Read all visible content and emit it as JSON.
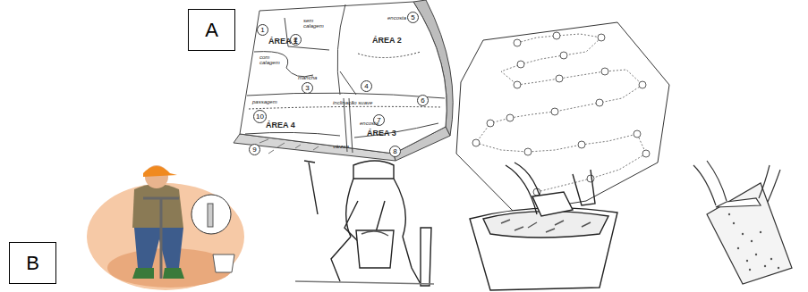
{
  "diagram": {
    "nodes": [
      {
        "text": [
          "A"
        ]
      },
      {
        "text": [
          "B"
        ]
      },
      {
        "text": [
          "1"
        ]
      },
      {
        "text": [
          "2"
        ]
      },
      {
        "text": [
          "3"
        ]
      },
      {
        "text": [
          "4"
        ]
      },
      {
        "text": [
          "5"
        ]
      },
      {
        "text": [
          "6"
        ]
      },
      {
        "text": [
          "7"
        ]
      },
      {
        "text": [
          "8"
        ]
      },
      {
        "text": [
          "9"
        ]
      },
      {
        "text": [
          "10"
        ]
      }
    ],
    "labels": [
      "ÁREA 1",
      "ÁREA 2",
      "ÁREA 3",
      "ÁREA 4",
      "sem calagem",
      "com calagem",
      "mancha",
      "encosta",
      "passagem",
      "inclinação suave",
      "encosta",
      "várzea"
    ]
  }
}
